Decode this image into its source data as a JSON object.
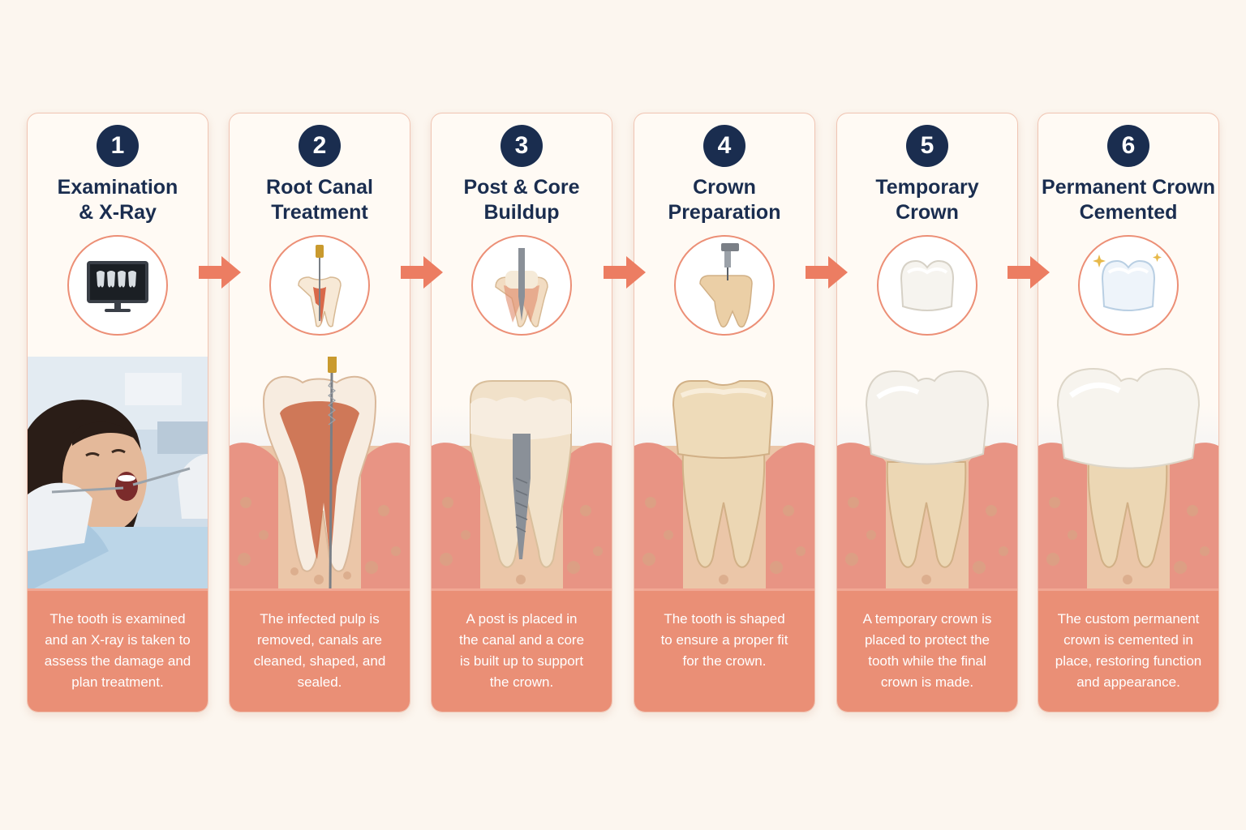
{
  "colors": {
    "background": "#fcf6ef",
    "badge": "#1a2d4f",
    "title": "#1a2d4f",
    "accent": "#ea8f76",
    "gum": "#e89484",
    "bone": "#ebc6a8"
  },
  "steps": [
    {
      "number": "1",
      "title_lines": [
        "Examination",
        "& X-Ray"
      ],
      "icon": "xray-monitor-icon",
      "description_lines": [
        "The tooth is examined",
        "and an X-ray is taken to",
        "assess the damage and",
        "plan treatment."
      ]
    },
    {
      "number": "2",
      "title_lines": [
        "Root Canal",
        "Treatment"
      ],
      "icon": "endodontic-file-icon",
      "description_lines": [
        "The infected pulp is",
        "removed, canals are",
        "cleaned, shaped, and",
        "sealed."
      ]
    },
    {
      "number": "3",
      "title_lines": [
        "Post & Core",
        "Buildup"
      ],
      "icon": "post-core-icon",
      "description_lines": [
        "A post is placed in",
        "the canal and a core",
        "is built up to support",
        "the crown."
      ]
    },
    {
      "number": "4",
      "title_lines": [
        "Crown",
        "Preparation"
      ],
      "icon": "dental-drill-icon",
      "description_lines": [
        "The tooth is shaped",
        "to ensure a proper fit",
        "for the crown."
      ]
    },
    {
      "number": "5",
      "title_lines": [
        "Temporary",
        "Crown"
      ],
      "icon": "temporary-crown-icon",
      "description_lines": [
        "A temporary crown is",
        "placed to protect the",
        "tooth while the final",
        "crown is made."
      ]
    },
    {
      "number": "6",
      "title_lines": [
        "Permanent Crown",
        "Cemented"
      ],
      "icon": "sparkling-crown-icon",
      "description_lines": [
        "The custom permanent",
        "crown is cemented in",
        "place, restoring function",
        "and appearance."
      ]
    }
  ]
}
